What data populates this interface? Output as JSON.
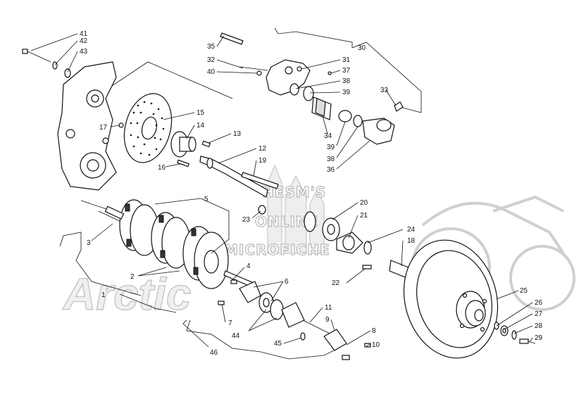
{
  "watermark": {
    "line1": "HESM'S",
    "line2": "ONLINE",
    "line3": "MICROFICHE",
    "logo": "Arctic"
  },
  "callouts": [
    {
      "id": "c41",
      "label": "41"
    },
    {
      "id": "c42",
      "label": "42"
    },
    {
      "id": "c43",
      "label": "43"
    },
    {
      "id": "c17",
      "label": "17"
    },
    {
      "id": "c15",
      "label": "15"
    },
    {
      "id": "c14",
      "label": "14"
    },
    {
      "id": "c16",
      "label": "16"
    },
    {
      "id": "c13",
      "label": "13"
    },
    {
      "id": "c12",
      "label": "12"
    },
    {
      "id": "c19",
      "label": "19"
    },
    {
      "id": "c35",
      "label": "35"
    },
    {
      "id": "c32",
      "label": "32"
    },
    {
      "id": "c40",
      "label": "40"
    },
    {
      "id": "c30",
      "label": "30"
    },
    {
      "id": "c31",
      "label": "31"
    },
    {
      "id": "c37",
      "label": "37"
    },
    {
      "id": "c38a",
      "label": "38"
    },
    {
      "id": "c39a",
      "label": "39"
    },
    {
      "id": "c33",
      "label": "33"
    },
    {
      "id": "c34",
      "label": "34"
    },
    {
      "id": "c39b",
      "label": "39"
    },
    {
      "id": "c38b",
      "label": "38"
    },
    {
      "id": "c36",
      "label": "36"
    },
    {
      "id": "c5",
      "label": "5"
    },
    {
      "id": "c3",
      "label": "3"
    },
    {
      "id": "c23",
      "label": "23"
    },
    {
      "id": "c20",
      "label": "20"
    },
    {
      "id": "c21",
      "label": "21"
    },
    {
      "id": "c24",
      "label": "24"
    },
    {
      "id": "c18",
      "label": "18"
    },
    {
      "id": "c2",
      "label": "2"
    },
    {
      "id": "c4",
      "label": "4"
    },
    {
      "id": "c1",
      "label": "1"
    },
    {
      "id": "c6",
      "label": "6"
    },
    {
      "id": "c22",
      "label": "22"
    },
    {
      "id": "c7",
      "label": "7"
    },
    {
      "id": "c44",
      "label": "44"
    },
    {
      "id": "c11",
      "label": "11"
    },
    {
      "id": "c9",
      "label": "9"
    },
    {
      "id": "c8",
      "label": "8"
    },
    {
      "id": "c45",
      "label": "45"
    },
    {
      "id": "c10",
      "label": "10"
    },
    {
      "id": "c46",
      "label": "46"
    },
    {
      "id": "c25",
      "label": "25"
    },
    {
      "id": "c26",
      "label": "26"
    },
    {
      "id": "c27",
      "label": "27"
    },
    {
      "id": "c28",
      "label": "28"
    },
    {
      "id": "c29",
      "label": "29"
    }
  ]
}
